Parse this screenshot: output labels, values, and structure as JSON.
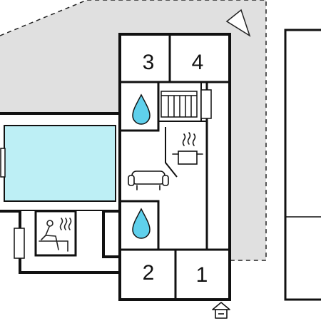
{
  "plan": {
    "rooms": [
      {
        "id": "room-3",
        "label": "3"
      },
      {
        "id": "room-4",
        "label": "4"
      },
      {
        "id": "room-2",
        "label": "2"
      },
      {
        "id": "room-1",
        "label": "1"
      }
    ],
    "icons": {
      "bathroom": "water-drop-icon",
      "radiator": "radiator-icon",
      "kitchen": "cooking-pot-icon",
      "living": "sofa-icon",
      "sauna": "sauna-icon",
      "entrance": "entrance-house-icon",
      "compass": "north-arrow-icon"
    },
    "colors": {
      "wall": "#111111",
      "terrace": "#e0e0e0",
      "pool_water": "#bdeff5",
      "drop": "#5fd0ec"
    }
  }
}
